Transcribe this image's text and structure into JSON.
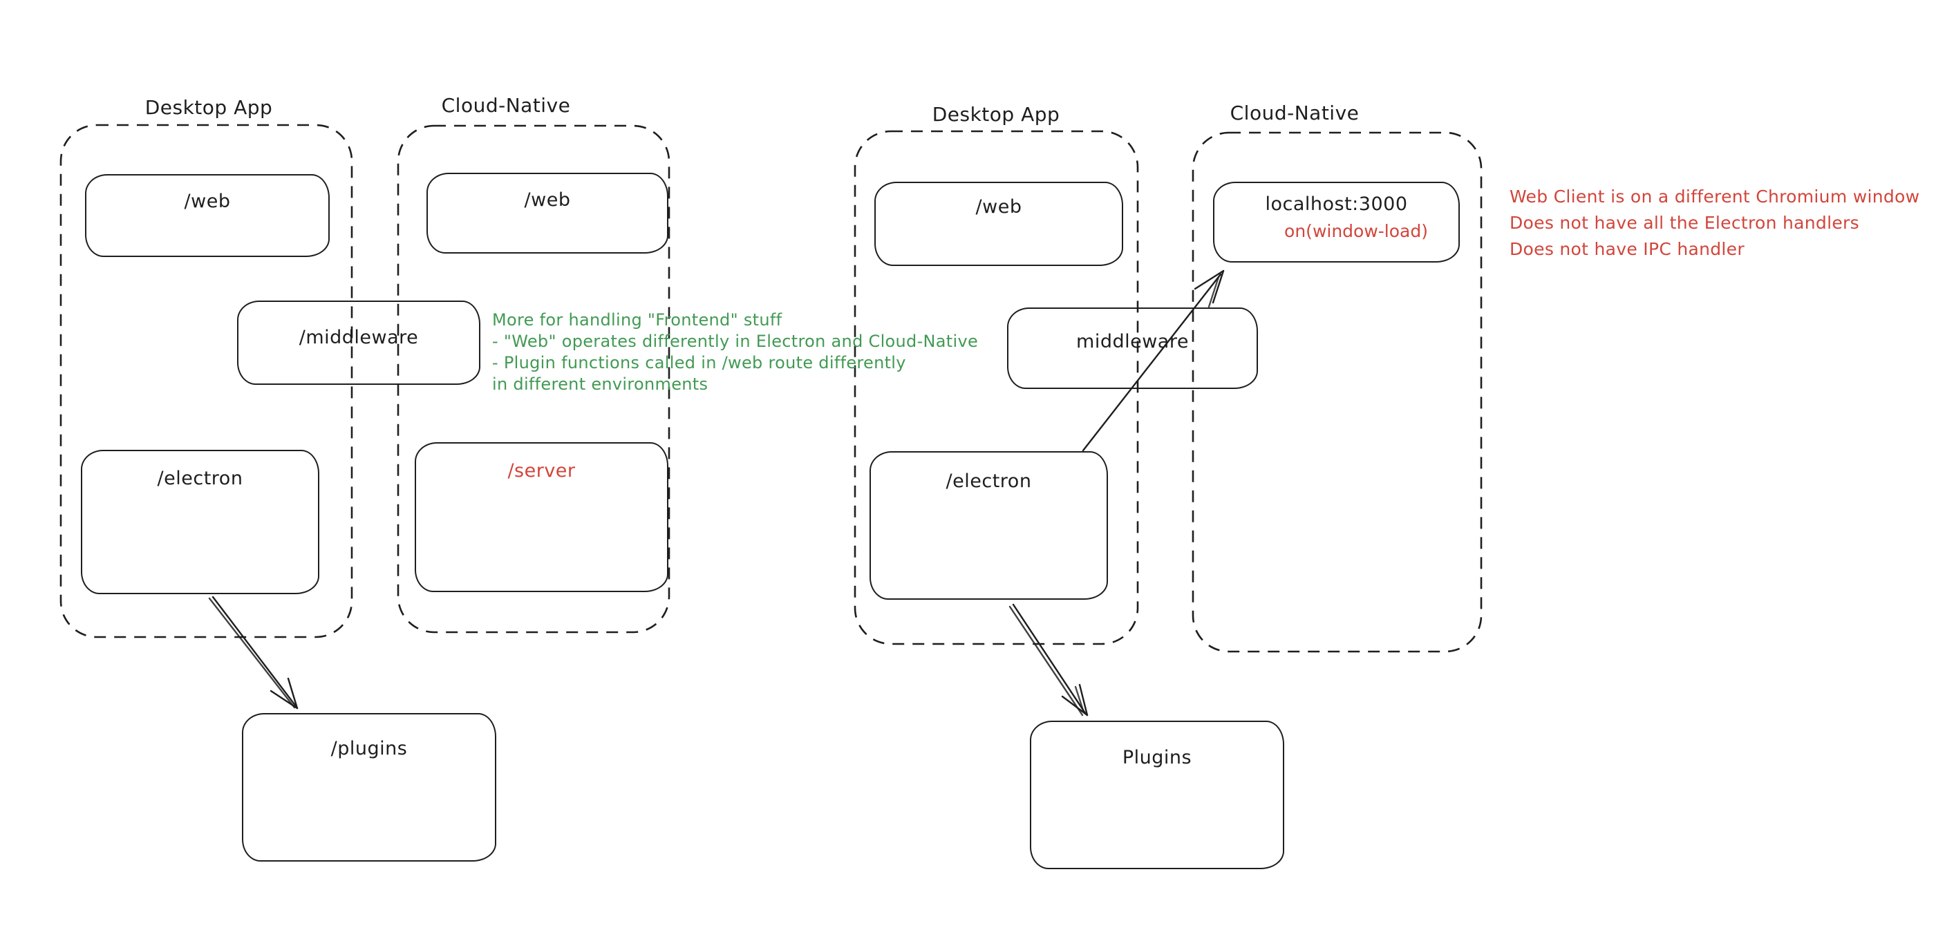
{
  "colors": {
    "ink": "#1e1e1e",
    "green": "#429a54",
    "red": "#d2453b",
    "background": "#ffffff"
  },
  "left": {
    "desktop_title": "Desktop App",
    "cloud_title": "Cloud-Native",
    "web_desktop": "/web",
    "web_cloud": "/web",
    "middleware": "/middleware",
    "electron": "/electron",
    "server": "/server",
    "plugins": "/plugins",
    "note_lines": [
      "More for handling \"Frontend\" stuff",
      "- \"Web\" operates differently in Electron and Cloud-Native",
      "- Plugin functions called in /web route differently",
      "in different environments"
    ]
  },
  "right": {
    "desktop_title": "Desktop App",
    "cloud_title": "Cloud-Native",
    "web": "/web",
    "localhost": "localhost:3000",
    "window_load": "on(window-load)",
    "middleware": "middleware",
    "electron": "/electron",
    "plugins": "Plugins",
    "note_lines": [
      "Web Client is on a different Chromium window",
      "Does not have all the Electron handlers",
      "Does not have IPC handler"
    ]
  }
}
